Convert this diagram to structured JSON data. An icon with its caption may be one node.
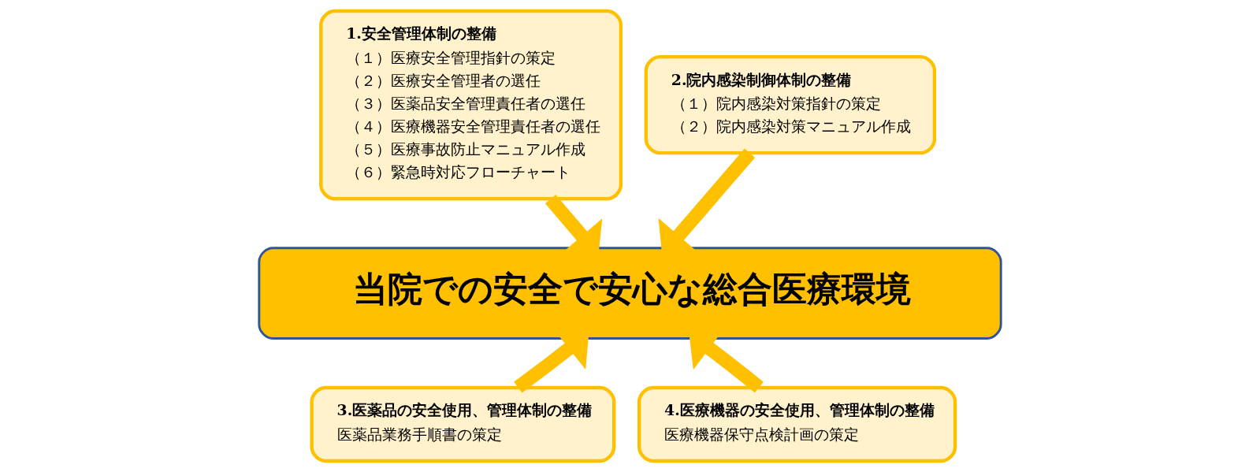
{
  "diagram": {
    "nodes": [
      {
        "text": [
          "1.安全管理体制の整備",
          "（１）医療安全管理指針の策定",
          "（２）医療安全管理者の選任",
          "（３）医薬品安全管理責任者の選任",
          "（４）医療機器安全管理責任者の選任",
          "（５）医療事故防止マニュアル作成",
          "（６）緊急時対応フローチャート"
        ]
      },
      {
        "text": [
          "2.院内感染制御体制の整備",
          "（１）院内感染対策指針の策定",
          "（２）院内感染対策マニュアル作成"
        ]
      },
      {
        "text": [
          "当院での安全で安心な総合医療環境"
        ]
      },
      {
        "text": [
          "3.医薬品の安全使用、管理体制の整備",
          "医薬品業務手順書の策定"
        ]
      },
      {
        "text": [
          "4.医療機器の安全使用、管理体制の整備",
          "医療機器保守点検計画の策定"
        ]
      }
    ],
    "edges": [
      {
        "from": 0,
        "to": 2,
        "arrow": "to"
      },
      {
        "from": 1,
        "to": 2,
        "arrow": "to"
      },
      {
        "from": 3,
        "to": 2,
        "arrow": "to"
      },
      {
        "from": 4,
        "to": 2,
        "arrow": "to"
      }
    ]
  }
}
